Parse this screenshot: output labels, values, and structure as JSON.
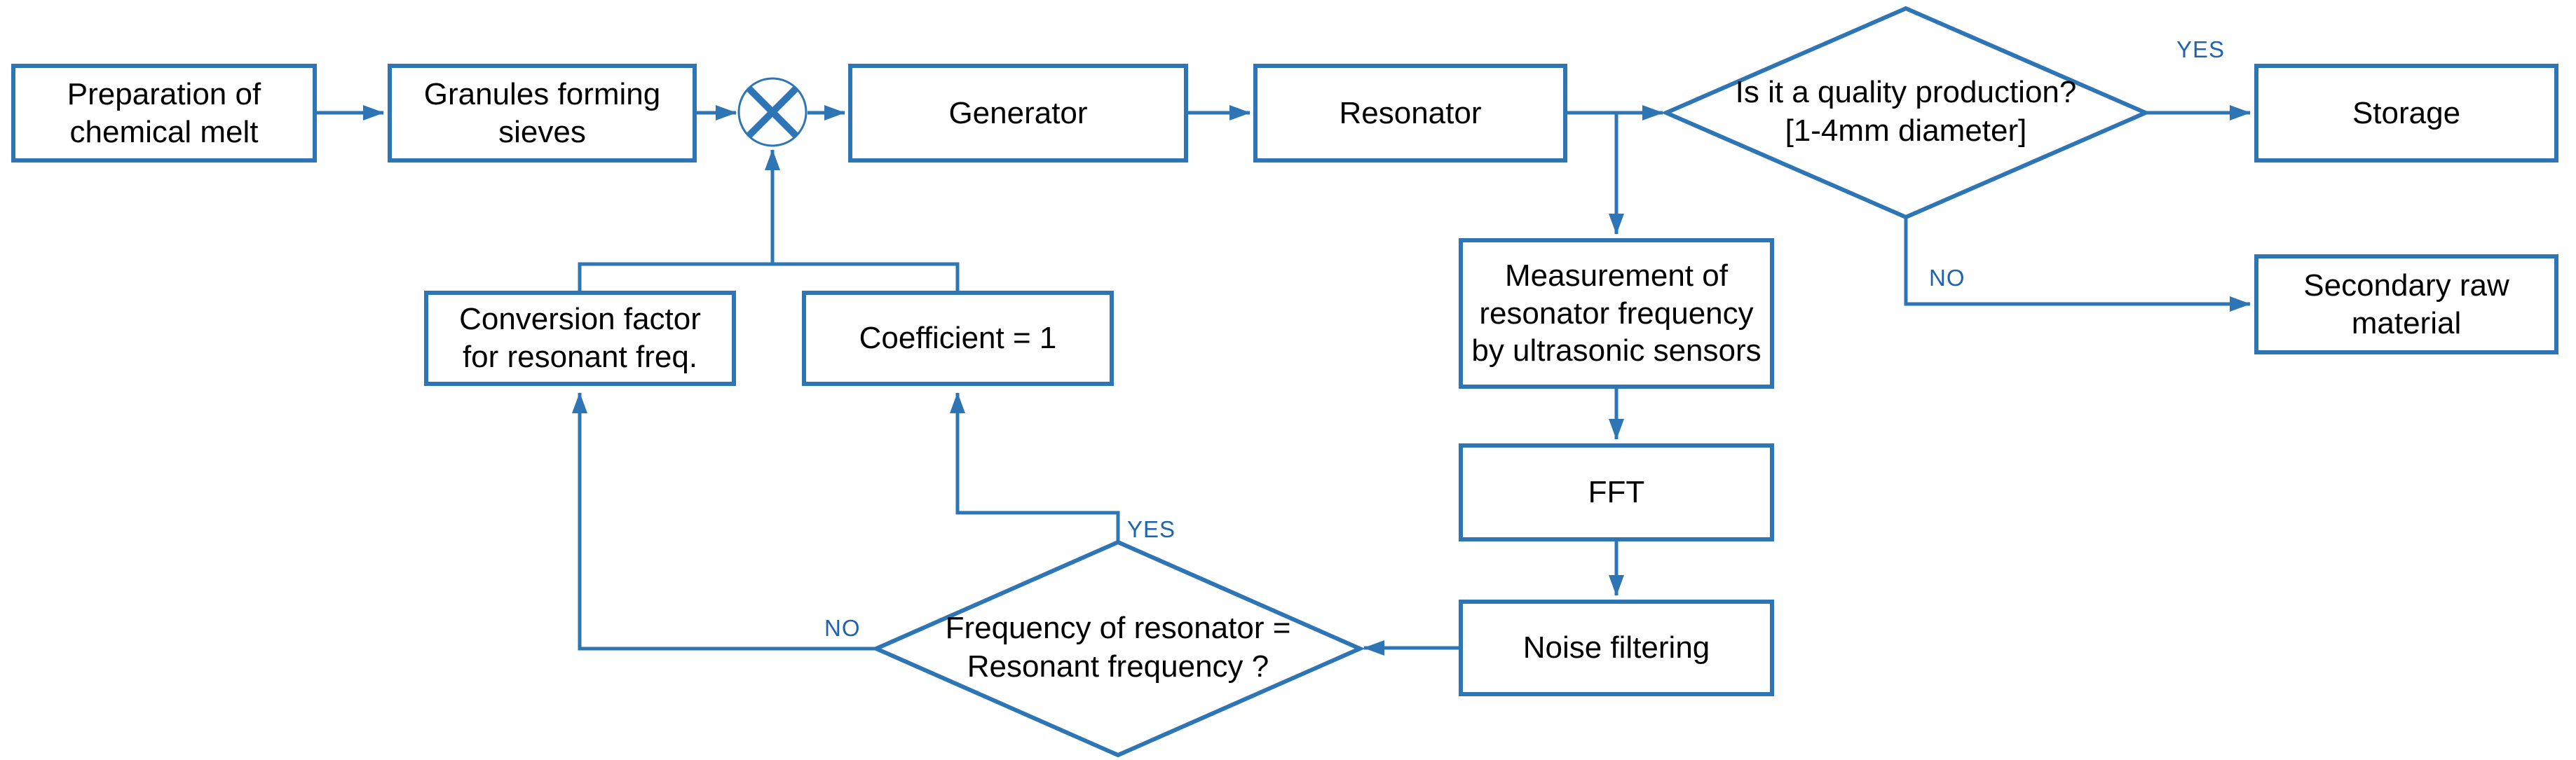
{
  "diagram": {
    "title_hint": "granule production quality-control flowchart",
    "colors": {
      "accent": "#2E75B6",
      "edge_label": "#1F63AF",
      "node_text": "#000000",
      "background": "#FFFFFF"
    },
    "nodes": {
      "preparation": {
        "label": "Preparation of\nchemical melt"
      },
      "granules": {
        "label": "Granules forming\nsieves"
      },
      "mixer": {
        "icon": "multiply-circle-icon"
      },
      "generator": {
        "label": "Generator"
      },
      "resonator": {
        "label": "Resonator"
      },
      "quality_decision": {
        "label": "Is it a quality production?\n[1-4mm diameter]"
      },
      "storage": {
        "label": "Storage"
      },
      "secondary": {
        "label": "Secondary raw\nmaterial"
      },
      "measurement": {
        "label": "Measurement of\nresonator frequency\nby ultrasonic sensors"
      },
      "fft": {
        "label": "FFT"
      },
      "noise": {
        "label": "Noise filtering"
      },
      "freq_decision": {
        "label": "Frequency of resonator =\nResonant frequency ?"
      },
      "coefficient": {
        "label": "Coefficient = 1"
      },
      "conversion": {
        "label": "Conversion factor\nfor resonant freq."
      }
    },
    "edge_labels": {
      "yes_quality": "YES",
      "no_quality": "NO",
      "yes_freq": "YES",
      "no_freq": "NO"
    },
    "edges": [
      {
        "from": "preparation",
        "to": "granules"
      },
      {
        "from": "granules",
        "to": "mixer"
      },
      {
        "from": "mixer",
        "to": "generator"
      },
      {
        "from": "generator",
        "to": "resonator"
      },
      {
        "from": "resonator",
        "to": "quality_decision"
      },
      {
        "from": "resonator",
        "to": "measurement"
      },
      {
        "from": "quality_decision",
        "to": "storage",
        "label": "YES"
      },
      {
        "from": "quality_decision",
        "to": "secondary",
        "label": "NO"
      },
      {
        "from": "measurement",
        "to": "fft"
      },
      {
        "from": "fft",
        "to": "noise"
      },
      {
        "from": "noise",
        "to": "freq_decision"
      },
      {
        "from": "freq_decision",
        "to": "coefficient",
        "label": "YES"
      },
      {
        "from": "freq_decision",
        "to": "conversion",
        "label": "NO"
      },
      {
        "from": "conversion",
        "to": "mixer"
      },
      {
        "from": "coefficient",
        "to": "mixer"
      }
    ]
  }
}
